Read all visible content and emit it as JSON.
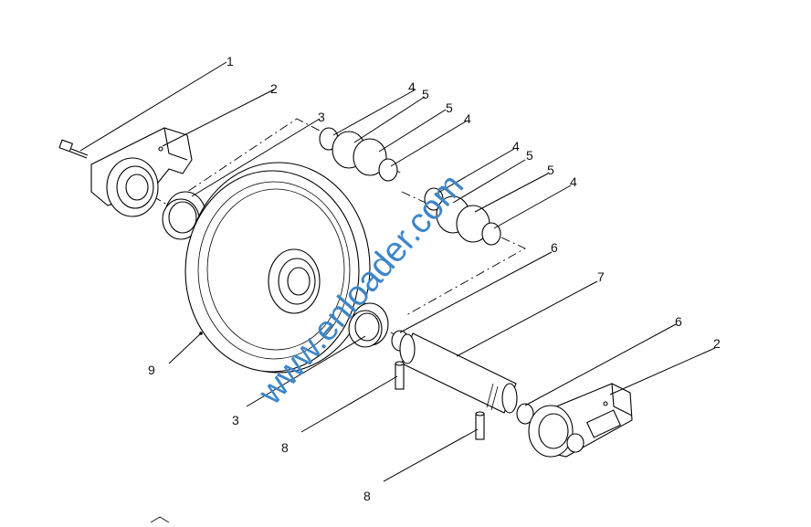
{
  "labels": {
    "l1": "1",
    "l2a": "2",
    "l2b": "2",
    "l3a": "3",
    "l3b": "3",
    "l4a": "4",
    "l4b": "4",
    "l4c": "4",
    "l4d": "4",
    "l5a": "5",
    "l5b": "5",
    "l5c": "5",
    "l5d": "5",
    "l6a": "6",
    "l6b": "6",
    "l7": "7",
    "l8a": "8",
    "l8b": "8",
    "l9": "9"
  },
  "watermark": "www.enloader.com",
  "colors": {
    "line": "#000000",
    "watermark": "#3d86c9",
    "background": "#ffffff"
  }
}
